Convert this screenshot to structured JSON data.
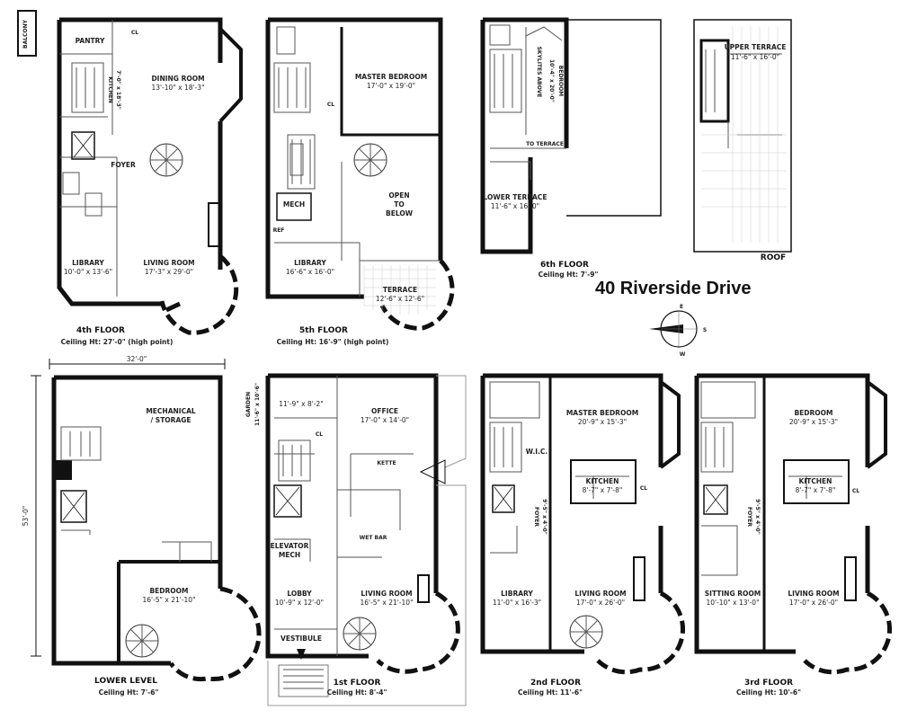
{
  "title": "40 Riverside Drive",
  "compass": {
    "north": "E",
    "east": "S",
    "west": "W"
  },
  "floors": {
    "f4": {
      "label": "4th FLOOR",
      "ceiling": "Ceiling Ht: 27'-0\" (high point)"
    },
    "f5": {
      "label": "5th FLOOR",
      "ceiling": "Ceiling Ht: 16'-9\" (high point)"
    },
    "f6": {
      "label": "6th FLOOR",
      "ceiling": "Ceiling Ht: 7'-9\""
    },
    "roof": {
      "label": "ROOF"
    },
    "lower": {
      "label": "LOWER LEVEL",
      "ceiling": "Ceiling Ht: 7'-6\""
    },
    "f1": {
      "label": "1st FLOOR",
      "ceiling": "Ceiling Ht: 8'-4\""
    },
    "f2": {
      "label": "2nd FLOOR",
      "ceiling": "Ceiling Ht: 11'-6\""
    },
    "f3": {
      "label": "3rd FLOOR",
      "ceiling": "Ceiling Ht: 10'-6\""
    }
  },
  "rooms": {
    "balcony": "BALCONY",
    "pantry": "PANTRY",
    "kitchen4": "KITCHEN",
    "kitchen4_dim": "7'-0\" x 18'-3\"",
    "dining": "DINING ROOM",
    "dining_dim": "13'-10\" x 18'-3\"",
    "foyer4": "FOYER",
    "library4": "LIBRARY",
    "library4_dim": "10'-0\" x 13'-6\"",
    "living4": "LIVING ROOM",
    "living4_dim": "17'-3\" x 29'-0\"",
    "master5": "MASTER BEDROOM",
    "master5_dim": "17'-0\" x 19'-0\"",
    "open5": "OPEN",
    "open5_b": "TO",
    "open5_c": "BELOW",
    "mech5": "MECH",
    "library5": "LIBRARY",
    "library5_dim": "16'-6\" x 16'-0\"",
    "terrace5": "TERRACE",
    "terrace5_dim": "12'-6\" x 12'-6\"",
    "bedroom6": "BEDROOM",
    "bedroom6_dim": "10'-4\" x 20'-0\"",
    "skylight6": "SKYLITES ABOVE",
    "to_terrace": "TO TERRACE",
    "lowterrace6": "LOWER TERRACE",
    "lowterrace6_dim": "11'-6\" x 16'-0\"",
    "upterrace": "UPPER TERRACE",
    "upterrace_dim": "11'-6\" x 16'-0\"",
    "mech_storage": "MECHANICAL",
    "mech_storage_b": "/ STORAGE",
    "bedroom_ll": "BEDROOM",
    "bedroom_ll_dim": "16'-5\" x 21'-10\"",
    "garden": "GARDEN",
    "garden_dim": "11'-6\" x 10'-6\"",
    "garden_room_dim": "11'-9\" x 8'-2\"",
    "office": "OFFICE",
    "office_dim": "17'-0\" x 14'-0\"",
    "kitchenette": "KETTE",
    "wetbar": "WET BAR",
    "elevmech": "ELEVATOR",
    "elevmech_b": "MECH",
    "lobby": "LOBBY",
    "lobby_dim": "10'-9\" x 12'-0\"",
    "living1": "LIVING ROOM",
    "living1_dim": "16'-5\" x 21'-10\"",
    "vestibule": "VESTIBULE",
    "master2": "MASTER BEDROOM",
    "master2_dim": "20'-9\" x 15'-3\"",
    "wic": "W.I.C.",
    "kitchen2": "KITCHEN",
    "kitchen2_dim": "8'-7\" x 7'-8\"",
    "foyer2": "FOYER",
    "foyer2_dim": "9'-5\" x 4'-0\"",
    "library2": "LIBRARY",
    "library2_dim": "11'-0\" x 16'-3\"",
    "living2": "LIVING ROOM",
    "living2_dim": "17'-0\" x 26'-0\"",
    "bedroom3": "BEDROOM",
    "bedroom3_dim": "20'-9\" x 15'-3\"",
    "kitchen3": "KITCHEN",
    "kitchen3_dim": "8'-7\" x 7'-8\"",
    "foyer3": "FOYER",
    "foyer3_dim": "9'-5\" x 4'-0\"",
    "sitting3": "SITTING ROOM",
    "sitting3_dim": "10'-10\" x 13'-0\"",
    "living3": "LIVING ROOM",
    "living3_dim": "17'-0\" x 26'-0\"",
    "cl": "CL",
    "ref": "REF"
  },
  "dimensions": {
    "width": "32'-0\"",
    "depth": "53'-0\""
  }
}
